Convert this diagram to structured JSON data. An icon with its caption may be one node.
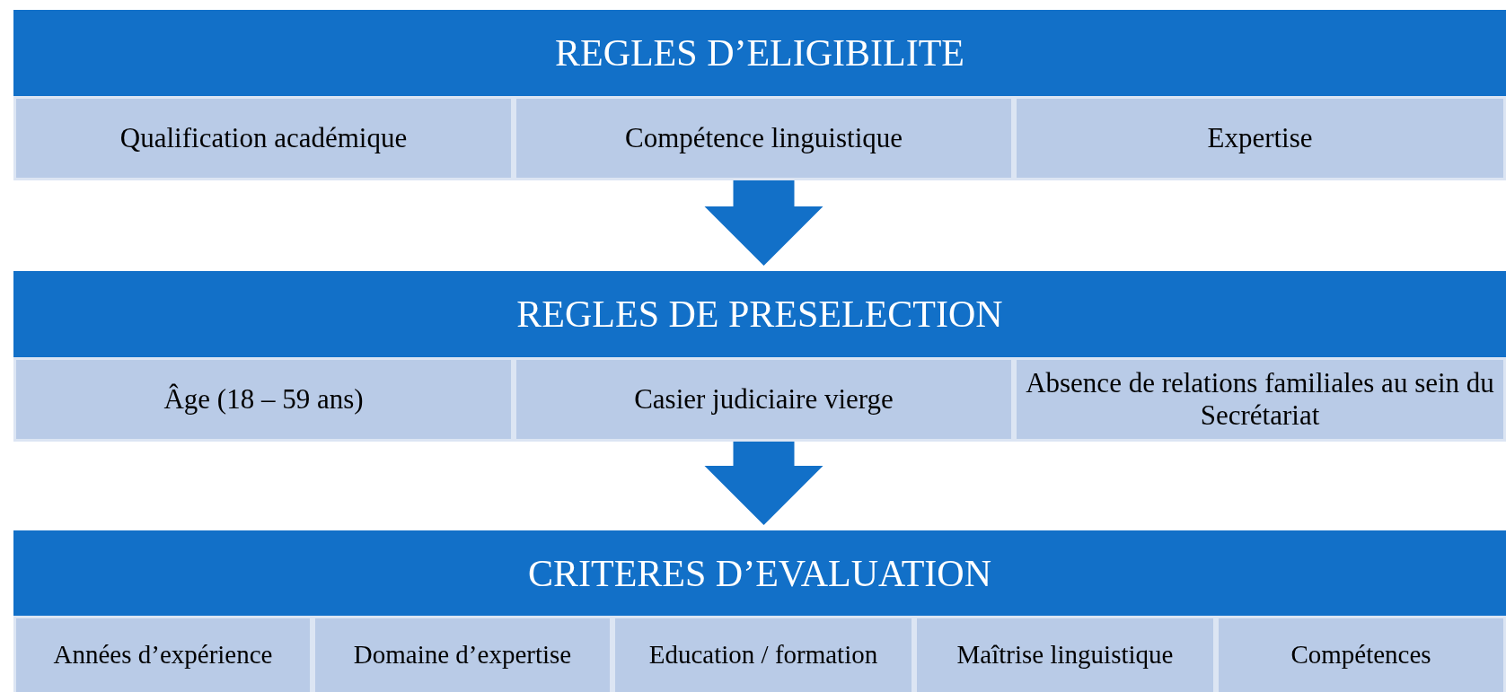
{
  "diagram": {
    "nodes": [
      {
        "text": [
          "REGLES D’ELIGIBILITE"
        ]
      },
      {
        "text": [
          "Qualification académique"
        ]
      },
      {
        "text": [
          "Compétence linguistique"
        ]
      },
      {
        "text": [
          "Expertise"
        ]
      },
      {
        "text": [
          "REGLES DE PRESELECTION"
        ]
      },
      {
        "text": [
          "Âge (18 – 59 ans)"
        ]
      },
      {
        "text": [
          "Casier judiciaire vierge"
        ]
      },
      {
        "text": [
          "Absence de relations familiales au sein du Secrétariat"
        ]
      },
      {
        "text": [
          "CRITERES D’EVALUATION"
        ]
      },
      {
        "text": [
          "Années d’expérience"
        ]
      },
      {
        "text": [
          "Domaine d’expertise"
        ]
      },
      {
        "text": [
          "Education / formation"
        ]
      },
      {
        "text": [
          "Maîtrise linguistique"
        ]
      },
      {
        "text": [
          "Compétences"
        ]
      }
    ],
    "edges": [
      {
        "from": 2,
        "to": 4,
        "arrow": "to"
      },
      {
        "from": 6,
        "to": 8,
        "arrow": "to"
      }
    ]
  }
}
